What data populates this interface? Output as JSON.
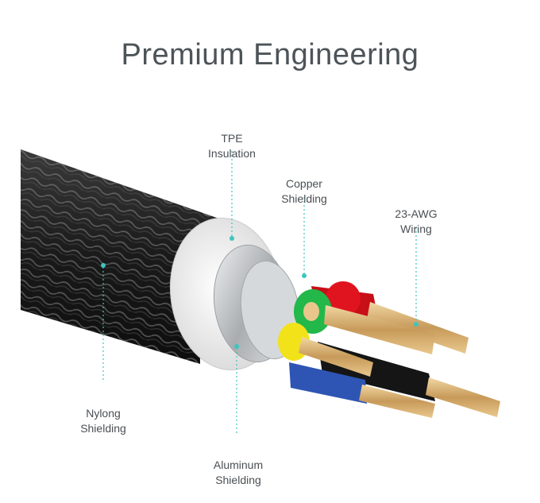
{
  "title": "Premium Engineering",
  "labels": {
    "tpe": [
      "TPE",
      "Insulation"
    ],
    "copper": [
      "Copper",
      "Shielding"
    ],
    "awg": [
      "23-AWG",
      "Wiring"
    ],
    "nylong": [
      "Nylong",
      "Shielding"
    ],
    "aluminum": [
      "Aluminum",
      "Shielding"
    ]
  },
  "colors": {
    "leader": "#3fc4bd",
    "braid": "#2a2a2a",
    "insulation": "#eeeeee",
    "aluminum": "#cfd2d4",
    "red": "#e0141f",
    "green": "#22b84a",
    "yellow": "#f2e21a",
    "blue": "#2e55b4",
    "black": "#1c1c1c",
    "copper_wire": "#d8b27a"
  }
}
